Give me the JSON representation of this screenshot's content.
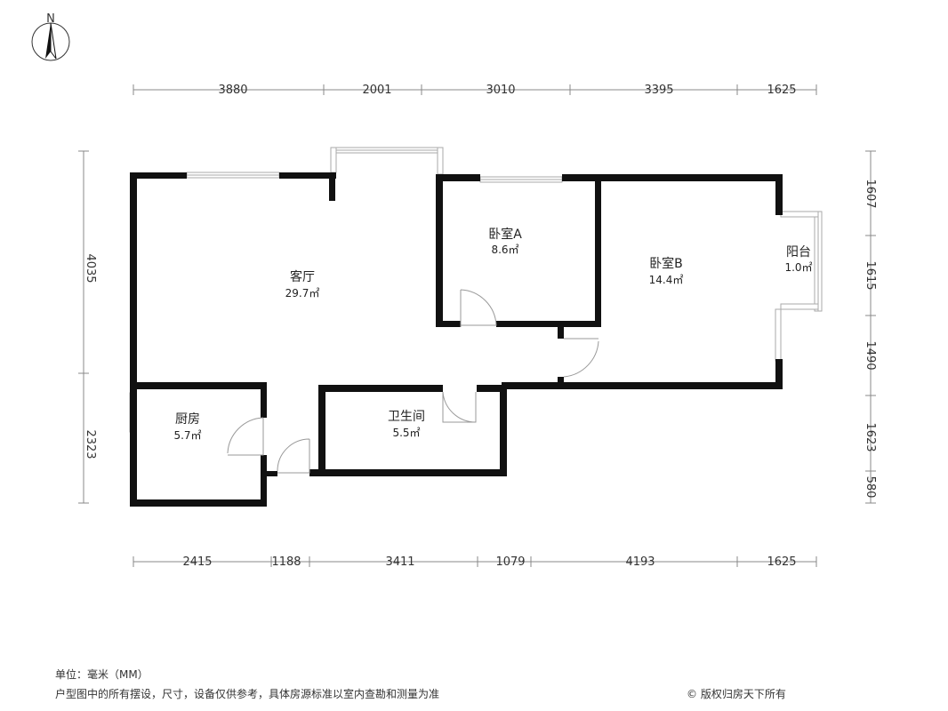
{
  "compass": {
    "label": "N",
    "icon": "north-arrow-icon"
  },
  "rooms": {
    "living": {
      "name": "客厅",
      "area": "29.7㎡"
    },
    "bedroom_a": {
      "name": "卧室A",
      "area": "8.6㎡"
    },
    "bedroom_b": {
      "name": "卧室B",
      "area": "14.4㎡"
    },
    "balcony": {
      "name": "阳台",
      "area": "1.0㎡"
    },
    "kitchen": {
      "name": "厨房",
      "area": "5.7㎡"
    },
    "bathroom": {
      "name": "卫生间",
      "area": "5.5㎡"
    }
  },
  "dimensions": {
    "top": [
      "3880",
      "2001",
      "3010",
      "3395",
      "1625"
    ],
    "bottom": [
      "2415",
      "1188",
      "3411",
      "1079",
      "4193",
      "1625"
    ],
    "left": [
      "4035",
      "2323"
    ],
    "right": [
      "1607",
      "1615",
      "1490",
      "1623",
      "580"
    ]
  },
  "footer": {
    "unit": "单位：毫米（MM）",
    "disclaimer": "户型图中的所有摆设，尺寸，设备仅供参考，具体房源标准以室内查勘和测量为准",
    "copyright": "© 版权归房天下所有"
  }
}
